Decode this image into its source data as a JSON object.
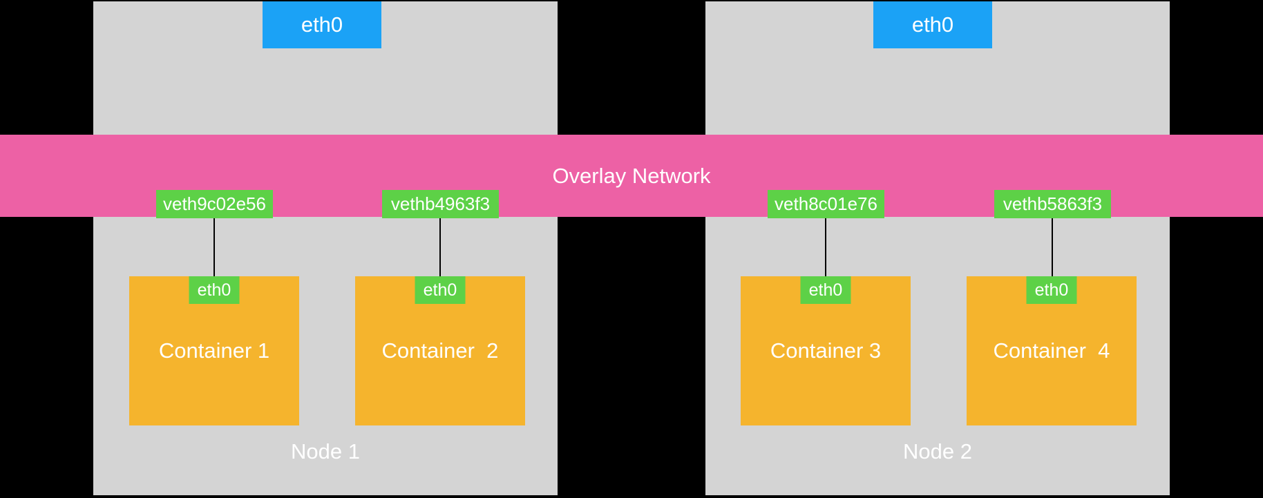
{
  "overlay": {
    "title": "Overlay Network"
  },
  "nodes": [
    {
      "name": "Node 1",
      "host_interface": "eth0",
      "containers": [
        {
          "name": "Container 1",
          "interface": "eth0",
          "veth": "veth9c02e56"
        },
        {
          "name": "Container  2",
          "interface": "eth0",
          "veth": "vethb4963f3"
        }
      ]
    },
    {
      "name": "Node 2",
      "host_interface": "eth0",
      "containers": [
        {
          "name": "Container 3",
          "interface": "eth0",
          "veth": "veth8c01e76"
        },
        {
          "name": "Container  4",
          "interface": "eth0",
          "veth": "vethb5863f3"
        }
      ]
    }
  ],
  "colors": {
    "background": "#000000",
    "node": "#d4d4d4",
    "overlay_band": "#ed61a5",
    "host_interface": "#1ba2f6",
    "veth_badge": "#5dd147",
    "container": "#f5b42d",
    "text": "#ffffff"
  }
}
